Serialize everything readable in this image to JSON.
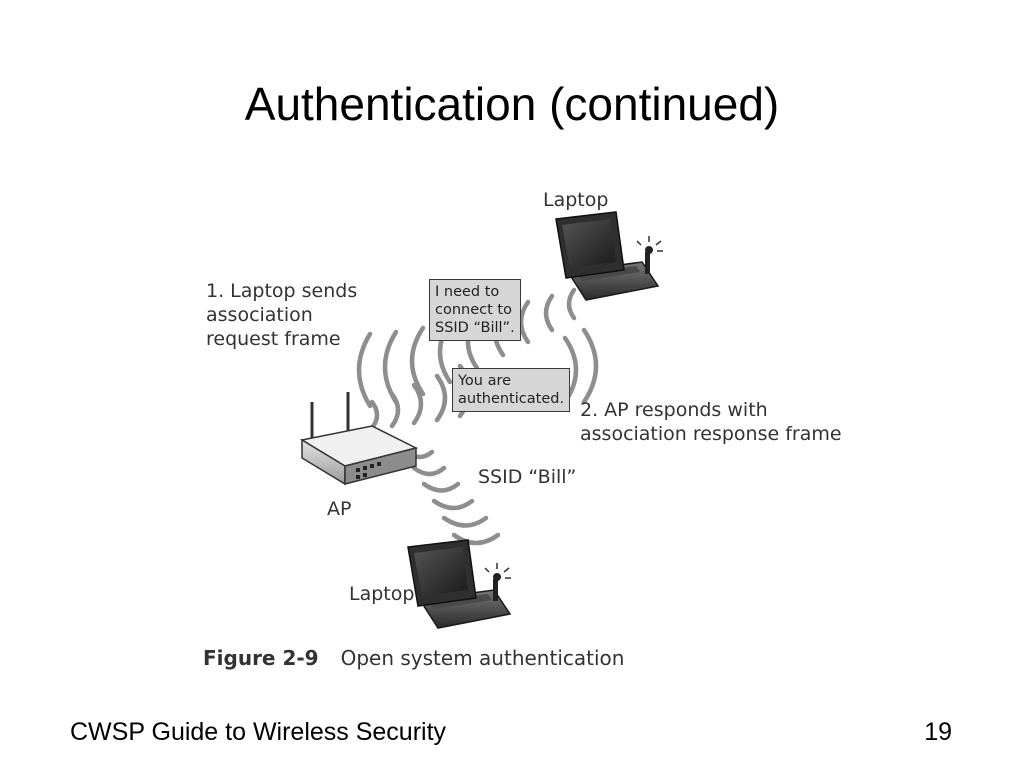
{
  "slide": {
    "title": "Authentication (continued)",
    "footer": "CWSP Guide to Wireless Security",
    "page_number": "19"
  },
  "figure": {
    "labels": {
      "laptop_top": "Laptop",
      "laptop_bottom": "Laptop",
      "ap": "AP",
      "ssid": "SSID “Bill”",
      "step1_line1": "1. Laptop sends",
      "step1_line2": "association",
      "step1_line3": "request frame",
      "step2_line1": "2. AP responds with",
      "step2_line2": "association response frame"
    },
    "messages": {
      "request_line1": "I need to",
      "request_line2": "connect to",
      "request_line3": "SSID “Bill”.",
      "response_line1": "You are",
      "response_line2": "authenticated."
    },
    "caption": {
      "number": "Figure 2-9",
      "text": "Open system authentication"
    }
  },
  "icons": [
    "laptop-icon",
    "access-point-icon",
    "wireless-signal-icon"
  ]
}
